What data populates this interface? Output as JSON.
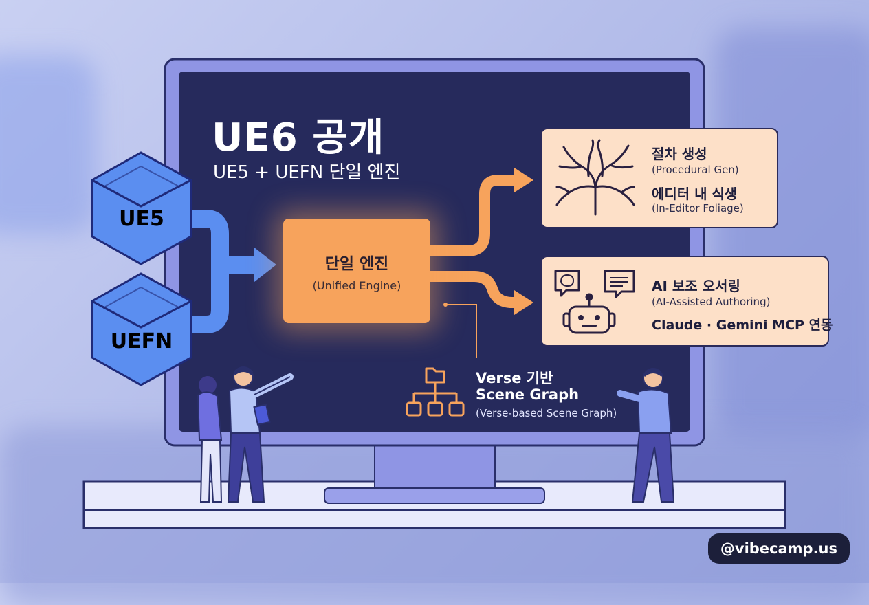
{
  "title": "UE6 공개",
  "subtitle": "UE5 + UEFN 단일 엔진",
  "inputs": [
    {
      "label": "UE5"
    },
    {
      "label": "UEFN"
    }
  ],
  "engine": {
    "label_ko": "단일 엔진",
    "label_en": "(Unified Engine)"
  },
  "feature_cards": [
    {
      "icon": "tree-branches-icon",
      "line1_ko": "절차 생성",
      "line1_en": "(Procedural Gen)",
      "line2_ko": "에디터 내 식생",
      "line2_en": "(In-Editor Foliage)"
    },
    {
      "icon": "ai-robot-icon",
      "line1_ko": "AI 보조 오서링",
      "line1_en": "(AI-Assisted Authoring)",
      "line2_ko": "Claude · Gemini MCP 연동"
    }
  ],
  "scene_graph": {
    "icon": "folder-tree-icon",
    "line1": "Verse 기반",
    "line2": "Scene Graph",
    "line3": "(Verse-based Scene Graph)"
  },
  "handle": "@vibecamp.us",
  "colors": {
    "screen": "#262a5c",
    "bezel": "#8f95e4",
    "hex": "#5b8ef0",
    "arrow_blue": "#5b8ef0",
    "arrow_orange": "#f7a35c",
    "engine": "#f7a35c",
    "card": "#fde0c8"
  }
}
